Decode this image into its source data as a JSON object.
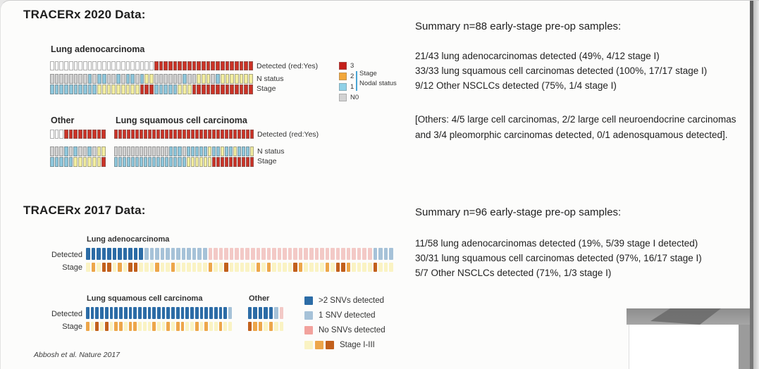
{
  "titles": {
    "t2020": "TRACERx 2020 Data:",
    "t2017": "TRACERx 2017 Data:"
  },
  "citation": "Abbosh et al. Nature 2017",
  "maps_2020": {
    "palette": {
      "W": "#ffffff",
      "R": "#cb3327",
      "Y": "#f2eda0",
      "B": "#8ec7dc",
      "G": "#d2d2d2"
    },
    "row_labels": {
      "detected": "Detected (red:Yes)",
      "n": "N status",
      "stage": "Stage"
    },
    "luad": {
      "label": "Lung adenocarcinoma",
      "detected": "WWWWWWWWWWWWWWWWWWWWWWRRRRRRRRRRRRRRRRRRRRR",
      "n_status": "GGGGGGGGBGBBGGBGBBGBYYGGGGGGBGGYYYGBYYYYYYY",
      "stage": "BBBBBBBBBBYYYYYYYYYRRRBBBBBYYYRRRRRRRRRRRRR"
    },
    "other": {
      "label": "Other",
      "detected": "WWWRRRRRRRRR",
      "n_status": "GGGBGBGGBGYY",
      "stage": "BBBBBYYYYYYR"
    },
    "lusc": {
      "label": "Lung squamous cell carcinoma",
      "detected": "RRRRRRRRRRRRRRRRRRRRRRRRRRRRRRRRR",
      "n_status": "GGGGGGGGGGGGGBBBGBBBBBYBBYBBYBBBY",
      "stage": "BBBBBBBBBBBBBBBBBYYYYYYRRRRRRRRRR"
    }
  },
  "legend_2020": {
    "items": [
      {
        "code": "3",
        "color": "#c51f1a"
      },
      {
        "code": "2",
        "color": "#f3a73a"
      },
      {
        "code": "1",
        "color": "#8fd1e7"
      },
      {
        "code": "N0",
        "color": "#d3d3d3"
      }
    ],
    "stage_label": "Stage",
    "nodal_label": "Nodal status"
  },
  "summary_2020": {
    "title": "Summary n=88 early-stage pre-op samples:",
    "lines": [
      "21/43 lung adenocarcinomas detected (49%, 4/12 stage I)",
      "33/33 lung squamous cell carcinomas detected (100%, 17/17 stage I)",
      "9/12 Other NSCLCs detected (75%, 1/4 stage I)"
    ],
    "note": "[Others: 4/5 large cell carcinomas, 2/2 large cell neuroendocrine carcinomas and 3/4 pleomorphic carcinomas detected, 0/1 adenosquamous detected]."
  },
  "maps_2017": {
    "palette": {
      "D": "#2c6ca6",
      "L": "#a6c2d8",
      "P": "#f3c9c6",
      "y": "#faf3c3",
      "O": "#eda64a",
      "X": "#c2601c"
    },
    "row_labels": {
      "detected": "Detected",
      "stage": "Stage"
    },
    "luad": {
      "label": "Lung adenocarcinoma",
      "detected": "DDDDDDDDDDDLLLLLLLLLLLLPPPPPPPPPPPPPPPPPPPPPPPPPPPPPPPLLLL",
      "stage": "yOyXXyOyXXyyyOyyOyyyyyyOyyXyyyyyOyOyyyyXOyyyyOyXXOyyyyXyyy"
    },
    "lusc": {
      "label": "Lung squamous cell carcinoma",
      "detected": "DDDDDDDDDDDDDDDDDDDDDDDDDDDDDDL",
      "stage": "OyXyXyOOyOOyyyOyyOyOOyyOyOyyOyy"
    },
    "other": {
      "label": "Other",
      "detected": "DDDDDLP",
      "stage": "XOOyOyy"
    }
  },
  "legend_2017": {
    "items": [
      {
        "label": ">2 SNVs detected",
        "colors": [
          "#2c6ca6"
        ]
      },
      {
        "label": "1 SNV detected",
        "colors": [
          "#a6c2d8"
        ]
      },
      {
        "label": "No SNVs detected",
        "colors": [
          "#f2a29d"
        ]
      },
      {
        "label": "Stage I-III",
        "colors": [
          "#faf3c3",
          "#eda64a",
          "#c2601c"
        ]
      }
    ]
  },
  "summary_2017": {
    "title": "Summary n=96 early-stage pre-op samples:",
    "lines": [
      "11/58 lung adenocarcinomas detected (19%, 5/39 stage I detected)",
      "30/31 lung squamous cell carcinomas detected (97%, 16/17 stage I)",
      "5/7 Other NSCLCs detected (71%, 1/3 stage I)"
    ]
  }
}
